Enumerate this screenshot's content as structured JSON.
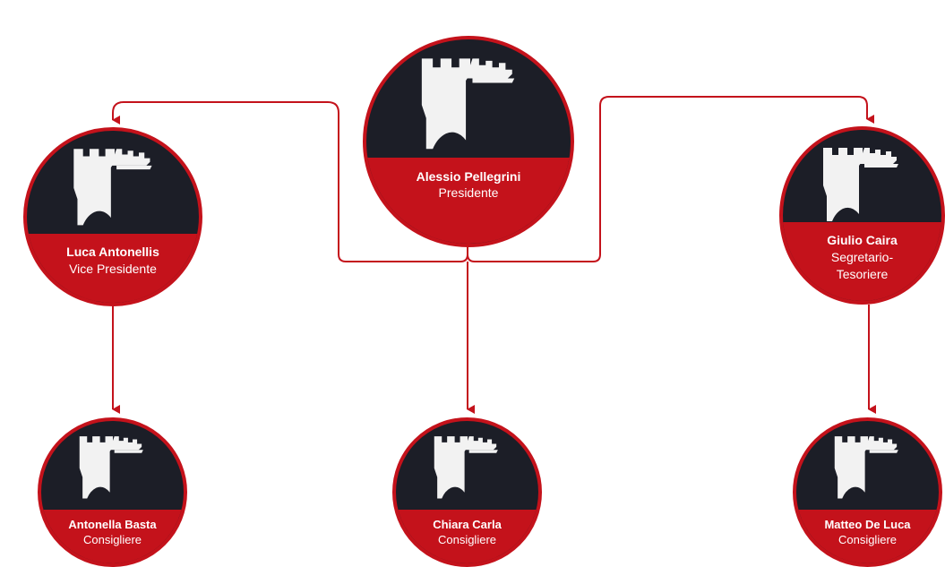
{
  "chart": {
    "nodes": {
      "president": {
        "name": "Alessio Pellegrini",
        "role": "Presidente"
      },
      "vice": {
        "name": "Luca Antonellis",
        "role": "Vice Presidente"
      },
      "secretary": {
        "name": "Giulio Caira",
        "role_line1": "Segretario-",
        "role_line2": "Tesoriere"
      },
      "council_1": {
        "name": "Antonella Basta",
        "role": "Consigliere"
      },
      "council_2": {
        "name": "Chiara Carla",
        "role": "Consigliere"
      },
      "council_3": {
        "name": "Matteo De Luca",
        "role": "Consigliere"
      }
    },
    "colors": {
      "accent": "#c4121b",
      "dark": "#1c1e27",
      "logo": "#f2f2f2",
      "line": "#c4121b"
    },
    "icon": "castle-tower-icon"
  }
}
